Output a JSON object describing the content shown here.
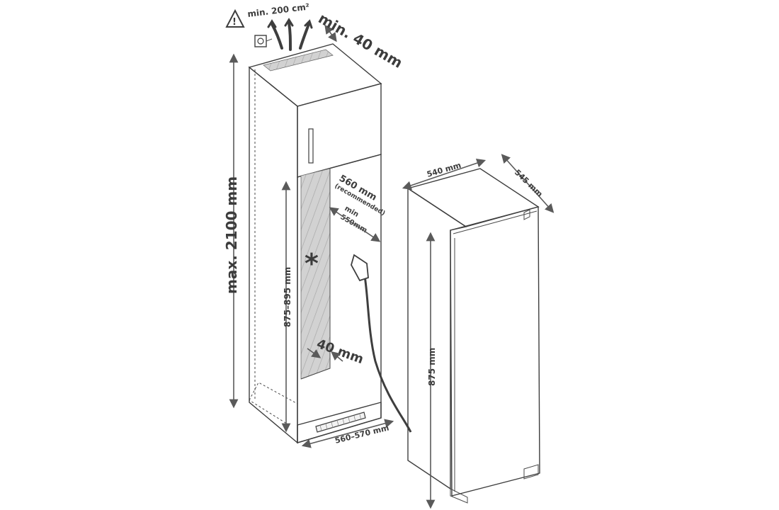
{
  "warning": {
    "airflow_label": "min. 200 cm²"
  },
  "cabinet": {
    "top_gap_label": "min. 40 mm",
    "height_label": "max. 2100 mm",
    "niche_height_label": "875–895 mm",
    "depth_label": "560 mm",
    "depth_note": "(recommended)",
    "min_depth_label_line1": "min",
    "min_depth_label_line2": "550mm",
    "back_gap_label": "40 mm",
    "width_label": "560–570 mm"
  },
  "appliance": {
    "width_label": "540 mm",
    "depth_label": "545 mm",
    "height_label": "875 mm"
  },
  "colors": {
    "line": "#3e3e3e",
    "panel": "#d4d4d4",
    "panel_dark": "#c4c4c4",
    "text": "#3c3c3c"
  }
}
